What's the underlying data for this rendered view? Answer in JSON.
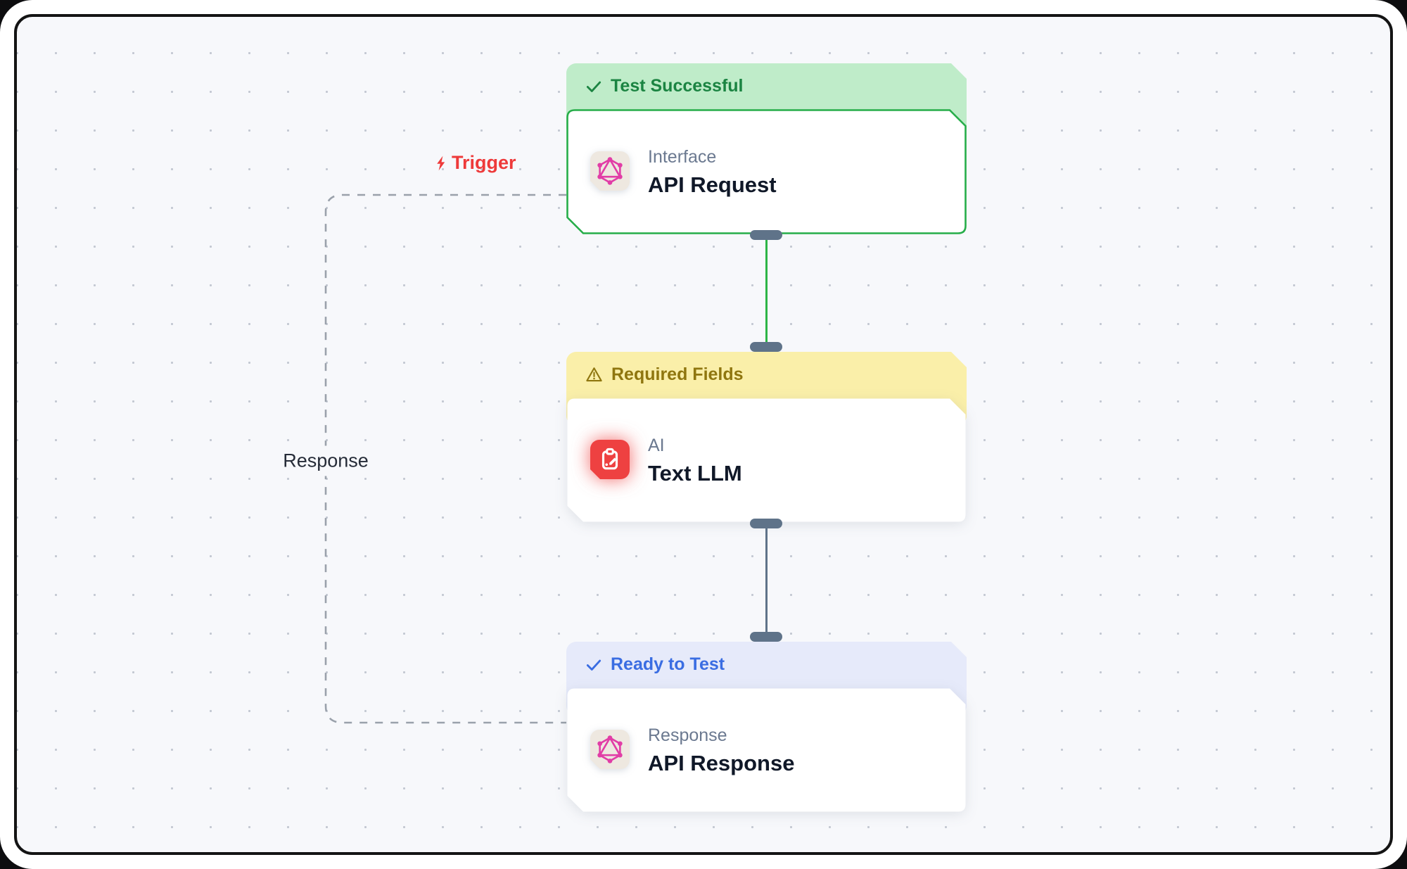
{
  "labels": {
    "trigger": "Trigger",
    "response_edge": "Response"
  },
  "nodes": [
    {
      "status": "Test Successful",
      "status_icon": "check",
      "category": "Interface",
      "title": "API Request",
      "icon": "graphql-logo",
      "banner_bg": "#bfecc9",
      "banner_text_color": "#1b8442",
      "border_color": "#26ad49"
    },
    {
      "status": "Required Fields",
      "status_icon": "warning-triangle",
      "category": "AI",
      "title": "Text LLM",
      "icon": "clipboard-pen",
      "banner_bg": "#faefa9",
      "banner_text_color": "#8f760f"
    },
    {
      "status": "Ready to Test",
      "status_icon": "check",
      "category": "Response",
      "title": "API Response",
      "icon": "graphql-logo",
      "banner_bg": "#e6eafa",
      "banner_text_color": "#3a6de2"
    }
  ],
  "edges": [
    {
      "from": "API Request",
      "to": "Text LLM",
      "style": "solid",
      "color": "#2db546"
    },
    {
      "from": "Text LLM",
      "to": "API Response",
      "style": "solid",
      "color": "#5f7389"
    },
    {
      "from": "API Request",
      "to": "API Response",
      "style": "dashed",
      "color": "#9aa1ab",
      "label": "Response"
    }
  ],
  "colors": {
    "canvas_bg": "#f7f8fb",
    "dot_grid": "#c3c8d2",
    "trigger_red": "#ee3a3a",
    "port_slate": "#5f7389",
    "graphql_pink": "#e13da6",
    "llm_tile_red": "#ee4141"
  }
}
